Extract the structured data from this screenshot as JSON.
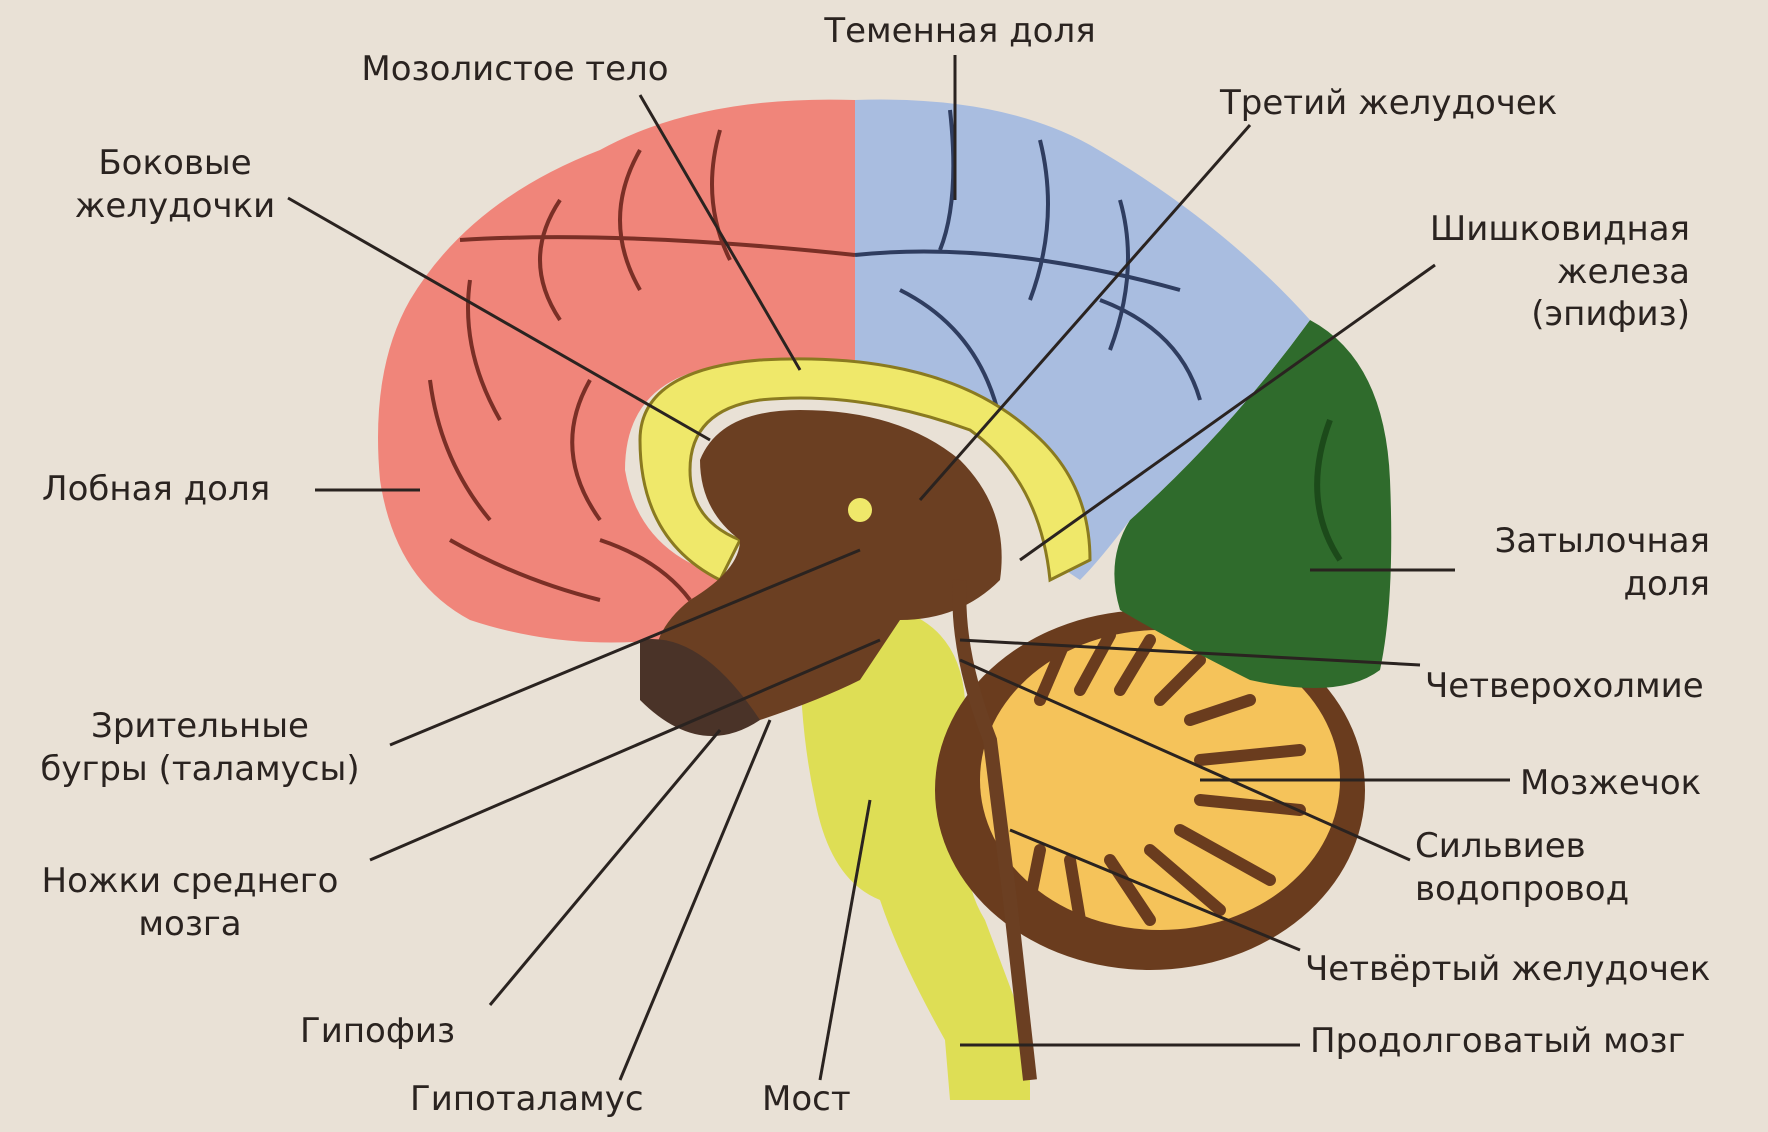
{
  "labels": {
    "parietal": "Теменная доля",
    "corpus_callosum": "Мозолистое тело",
    "third_ventricle": "Третий желудочек",
    "lateral_1": "Боковые",
    "lateral_2": "желудочки",
    "pineal_1": "Шишковидная",
    "pineal_2": "железа",
    "pineal_3": "(эпифиз)",
    "frontal": "Лобная доля",
    "occipital_1": "Затылочная",
    "occipital_2": "доля",
    "quadrigemina": "Четверохолмие",
    "cerebellum": "Мозжечок",
    "thalamus_1": "Зрительные",
    "thalamus_2": "бугры (таламусы)",
    "aqueduct_1": "Сильвиев",
    "aqueduct_2": "водопровод",
    "peduncles_1": "Ножки среднего",
    "peduncles_2": "мозга",
    "fourth_ventricle": "Четвёртый желудочек",
    "pituitary": "Гипофиз",
    "medulla": "Продолговатый мозг",
    "hypothalamus": "Гипоталамус",
    "pons": "Мост"
  },
  "colors": {
    "background": "#e9e1d6",
    "frontal_lobe": "#f0857a",
    "parietal_lobe": "#a9bde0",
    "occipital_lobe": "#2f6b2c",
    "corpus_callosum": "#efe86a",
    "diencephalon": "#6b3f22",
    "cerebellum_white": "#f5c35a",
    "cerebellum_dark": "#6a3c1e",
    "brainstem": "#dede55",
    "leader_line": "#2a2320",
    "label_text": "#2a2320"
  }
}
